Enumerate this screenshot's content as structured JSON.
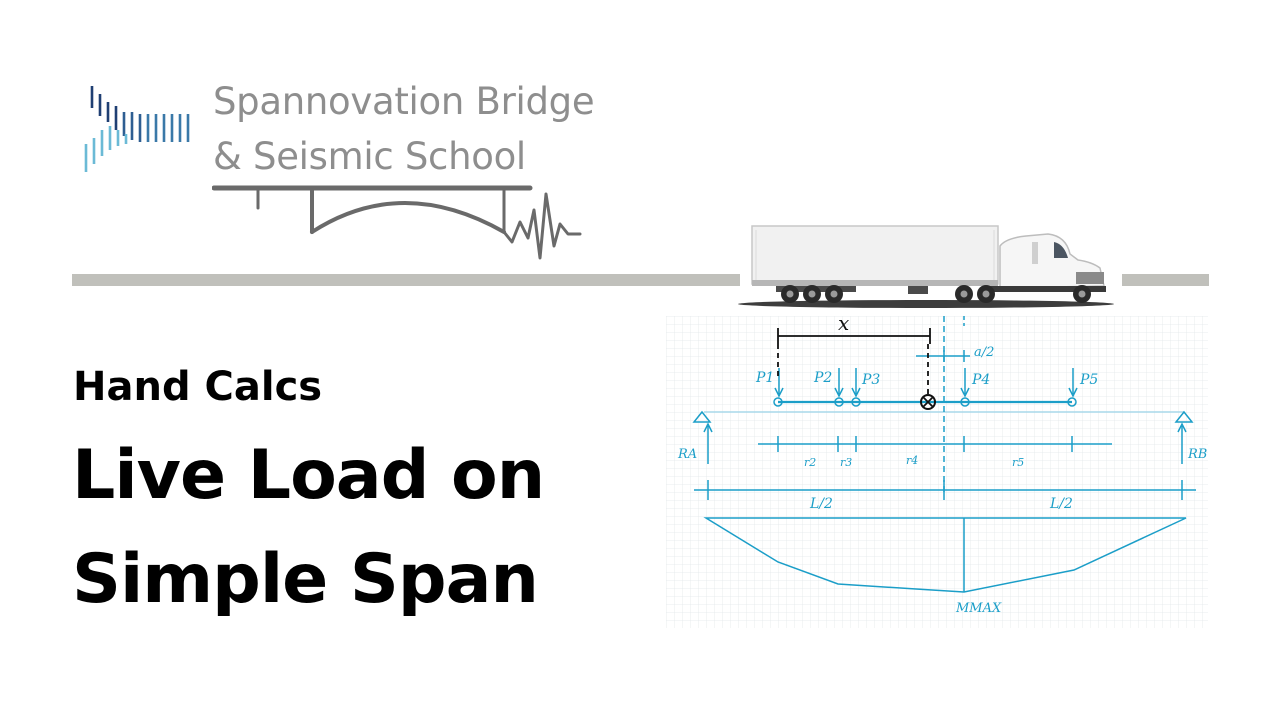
{
  "brand": {
    "line1": "Spannovation Bridge",
    "line2": "& Seismic School",
    "logo_icon": "barcode-bars-logo",
    "bridge_icon": "arch-bridge-seismic-wave-icon",
    "logo_colors": [
      "#1f3f73",
      "#3a79a8",
      "#6bbad6"
    ],
    "text_color": "#8e8e8e"
  },
  "hero": {
    "subtitle": "Hand Calcs",
    "title_line1": "Live Load on",
    "title_line2": "Simple Span"
  },
  "illustration": {
    "truck_icon": "semi-truck-icon",
    "rule_color": "#c0c0bb"
  },
  "diagram": {
    "accent": "#1b9ec8",
    "labels": {
      "x": "x",
      "a_half": "a/2",
      "p1": "P1",
      "p2": "P2",
      "p3": "P3",
      "p4": "P4",
      "p5": "P5",
      "ra": "RA",
      "rb": "RB",
      "r2": "r2",
      "r3": "r3",
      "r4": "r4",
      "r5": "r5",
      "l_half_left": "L/2",
      "l_half_right": "L/2",
      "mmax": "MMAX"
    }
  }
}
